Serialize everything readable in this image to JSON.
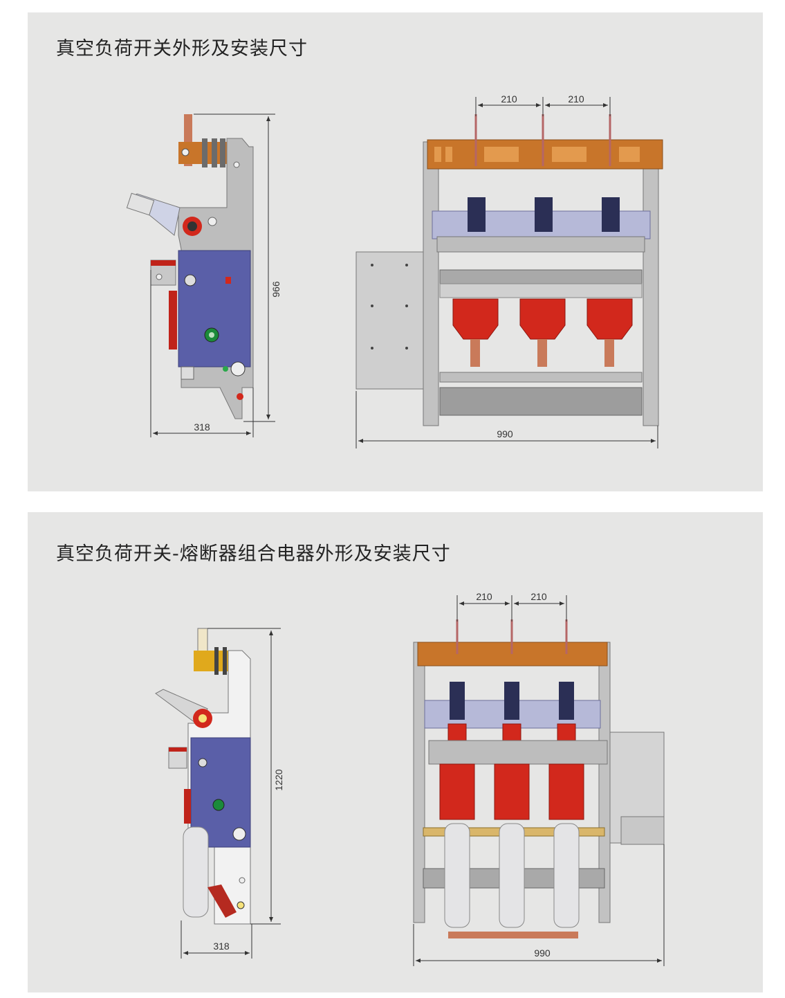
{
  "colors": {
    "panel_bg": "#e6e6e5",
    "frame_gray": "#b8b8b8",
    "mechanism_blue": "#5a5fa8",
    "insulator_red": "#d2281c",
    "busbar_orange": "#c8752a",
    "copper": "#c97a5a",
    "fuse_white": "#e4e4e6"
  },
  "panel1": {
    "title": "真空负荷开关外形及安装尺寸",
    "side_view": {
      "height": "966",
      "width": "318"
    },
    "front_view": {
      "pitch_left": "210",
      "pitch_right": "210",
      "width": "990"
    }
  },
  "panel2": {
    "title": "真空负荷开关-熔断器组合电器外形及安装尺寸",
    "side_view": {
      "height": "1220",
      "width": "318"
    },
    "front_view": {
      "pitch_left": "210",
      "pitch_right": "210",
      "width": "990"
    }
  }
}
